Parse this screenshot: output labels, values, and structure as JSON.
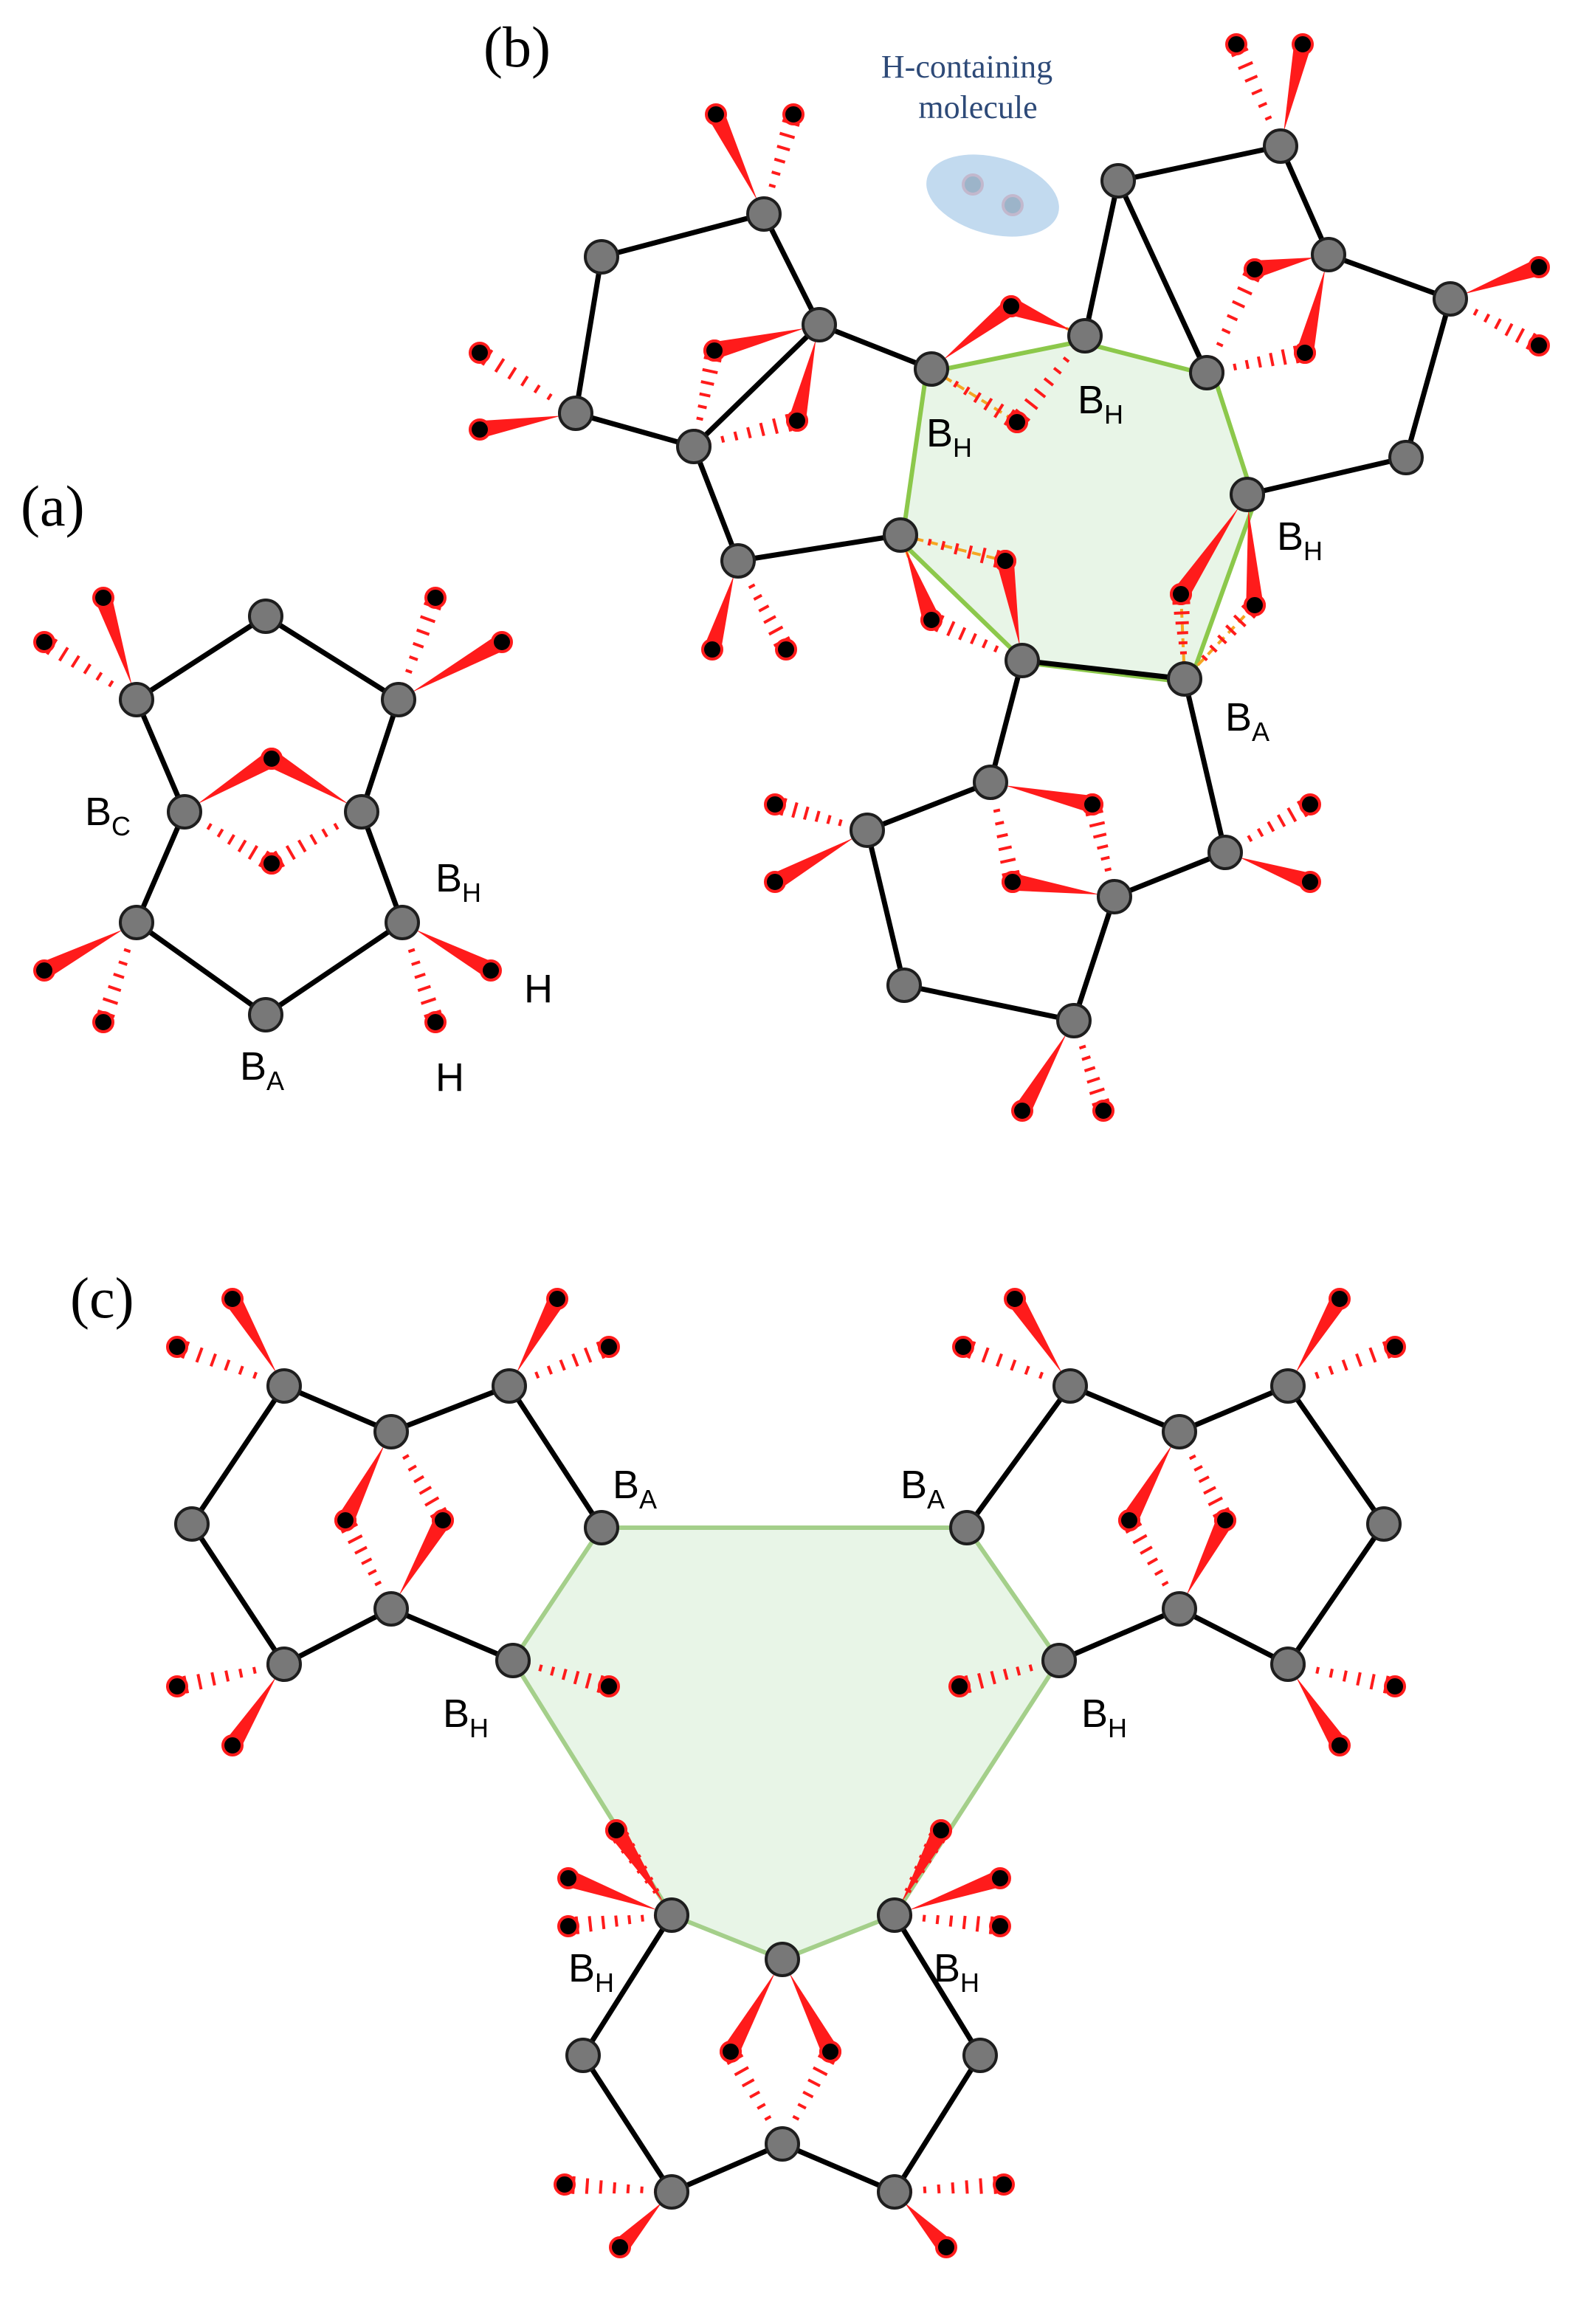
{
  "panels": {
    "a": {
      "label": "(a)"
    },
    "b": {
      "label": "(b)"
    },
    "c": {
      "label": "(c)"
    }
  },
  "labels": {
    "B_main": "B",
    "sub_C": "C",
    "sub_H": "H",
    "sub_A": "A",
    "H": "H"
  },
  "annotation": {
    "line1": "H-containing",
    "line2": "molecule"
  },
  "colors": {
    "boron_fill": "#787878",
    "hydrogen_fill": "#000000",
    "hydrogen_rim": "#ff1b1b",
    "bond": "#000000",
    "dihydrogen_bond": "#f5a623",
    "cage_outline": "#8cc84b",
    "cage_fill": "#d8ecd2",
    "molecule_blob": "#b7d3ec"
  }
}
